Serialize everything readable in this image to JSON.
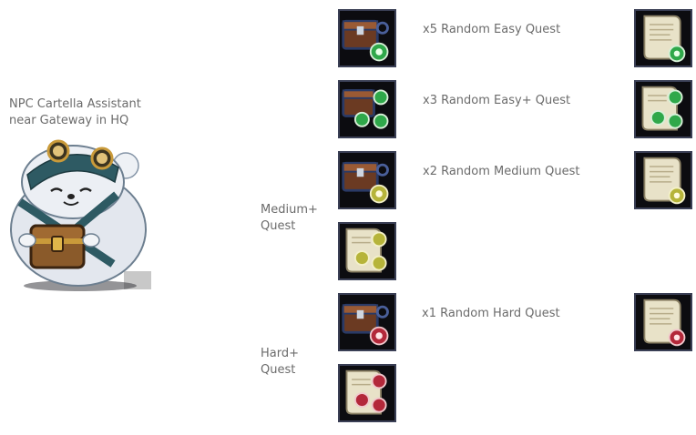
{
  "npc": {
    "label": "NPC Cartella Assistant\nnear Gateway in HQ",
    "portrait_icon": "furry-npc-with-chest-icon"
  },
  "difficulty_labels": {
    "medium_plus": "Medium+\nQuest",
    "hard_plus": "Hard+\nQuest"
  },
  "rewards": [
    {
      "text": "x5 Random Easy Quest",
      "chest_gems": "green-1",
      "scroll_gems": "green-1"
    },
    {
      "text": "x3 Random Easy+ Quest",
      "chest_gems": "green-3",
      "scroll_gems": "green-3"
    },
    {
      "text": "x2 Random Medium Quest",
      "chest_gems": "yellow-1",
      "scroll_gems": "yellow-1"
    },
    {
      "text": "",
      "scroll_gems": "yellow-3"
    },
    {
      "text": "x1 Random Hard Quest",
      "chest_gems": "red-1",
      "scroll_gems": "red-1"
    },
    {
      "text": "",
      "scroll_gems": "red-3"
    }
  ],
  "colors": {
    "green": "#2fa84a",
    "yellow": "#b6b43a",
    "red": "#b3283a",
    "icon_border": "#3a3f55",
    "text": "#6b6b6b"
  }
}
